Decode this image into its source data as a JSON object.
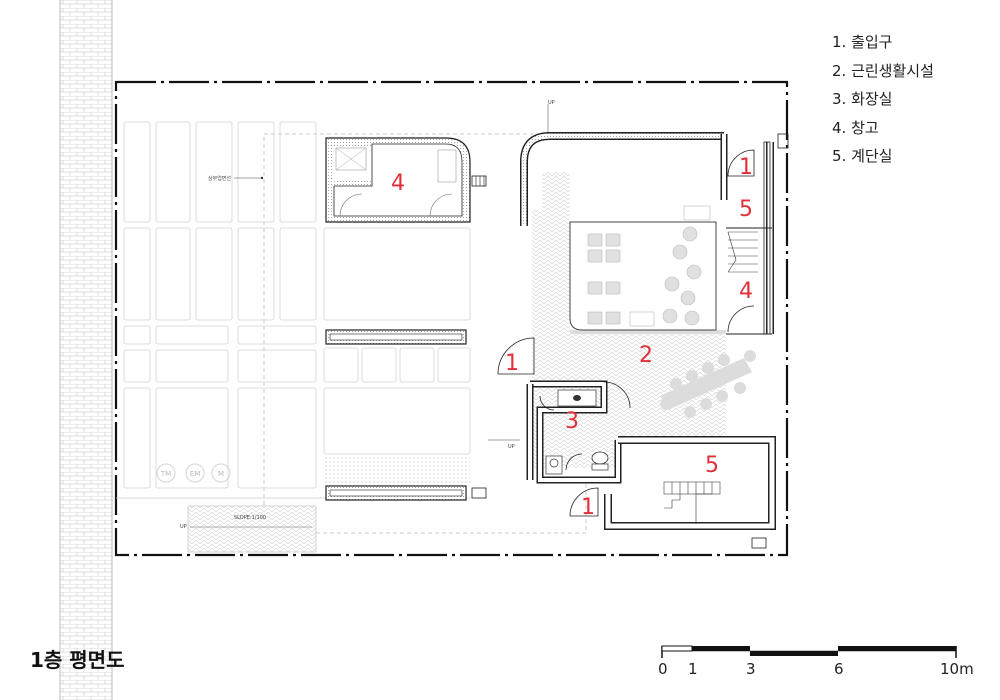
{
  "legend": {
    "items": [
      "1. 출입구",
      "2. 근린생활시설",
      "3. 화장실",
      "4. 창고",
      "5. 계단실"
    ]
  },
  "title": "1층 평면도",
  "scale_bar": {
    "labels": [
      "0",
      "1",
      "3",
      "6",
      "10m"
    ]
  },
  "plan": {
    "room_labels": {
      "store_left": "4",
      "entrance_top_right": "1",
      "stair_top_right": "5",
      "store_right": "4",
      "entrance_mid": "1",
      "retail": "2",
      "restroom": "3",
      "stair_bottom": "5",
      "entrance_bottom": "1"
    },
    "annotations": {
      "slope": "SLOPE:1/100",
      "boundary_note": "상부업면선",
      "parking_marks": [
        "TM",
        "EM",
        "M"
      ],
      "up_marks": [
        "UP",
        "UP",
        "UP"
      ]
    }
  },
  "colors": {
    "room_label": "#e0303a",
    "wall": "#222222",
    "hatch": "#bbbbbb"
  }
}
